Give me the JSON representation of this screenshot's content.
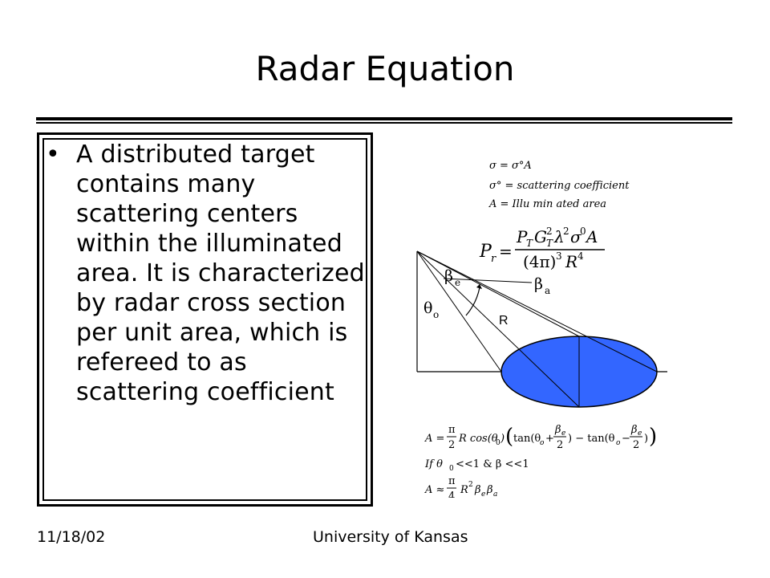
{
  "slide": {
    "title": "Radar Equation",
    "bullet_text": "A distributed target contains many scattering centers within the illuminated area.  It is characterized by radar cross section per unit area, which is refereed to as scattering coefficient"
  },
  "diagram": {
    "definitions": [
      "σ = σ°A",
      "σ° = scattering coefficient",
      "A = Illu min ated area"
    ],
    "labels": {
      "beta_e": "β",
      "beta_e_sub": "e",
      "beta_a": "β",
      "beta_a_sub": "a",
      "theta_o": "θ",
      "theta_o_sub": "o",
      "range": "R"
    },
    "ellipse_color": "#3366ff"
  },
  "footer": {
    "date": "11/18/02",
    "organization": "University of Kansas"
  }
}
